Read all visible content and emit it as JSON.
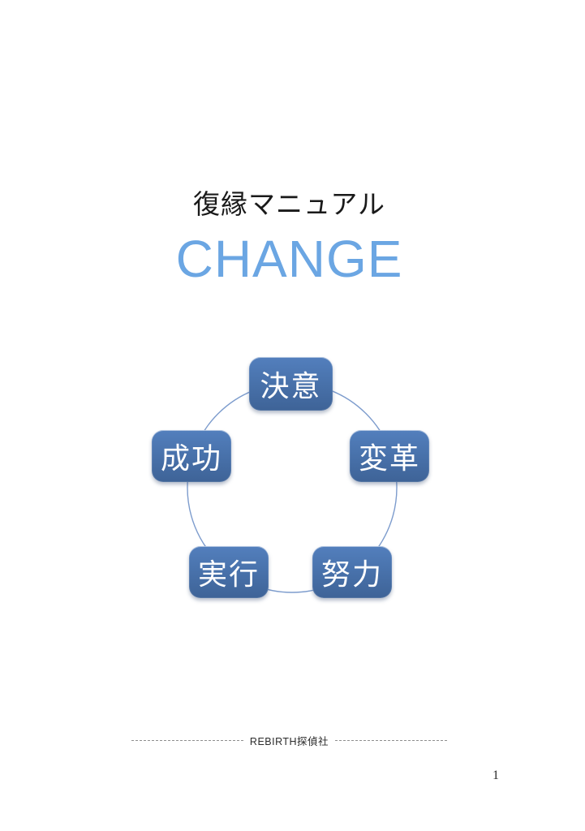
{
  "header": {
    "subtitle": "復縁マニュアル",
    "title": "CHANGE",
    "title_color": "#6ba6e3"
  },
  "diagram": {
    "type": "cycle",
    "nodes": [
      {
        "label": "決意",
        "position": "top"
      },
      {
        "label": "変革",
        "position": "right"
      },
      {
        "label": "努力",
        "position": "bottom-right"
      },
      {
        "label": "実行",
        "position": "bottom-left"
      },
      {
        "label": "成功",
        "position": "left"
      }
    ],
    "node_fill_top": "#537fbd",
    "node_fill_bottom": "#3e6397",
    "node_text_color": "#ffffff",
    "circle_color": "#7d9ccd"
  },
  "footer": {
    "company": "REBIRTH探偵社",
    "page_number": "1"
  }
}
